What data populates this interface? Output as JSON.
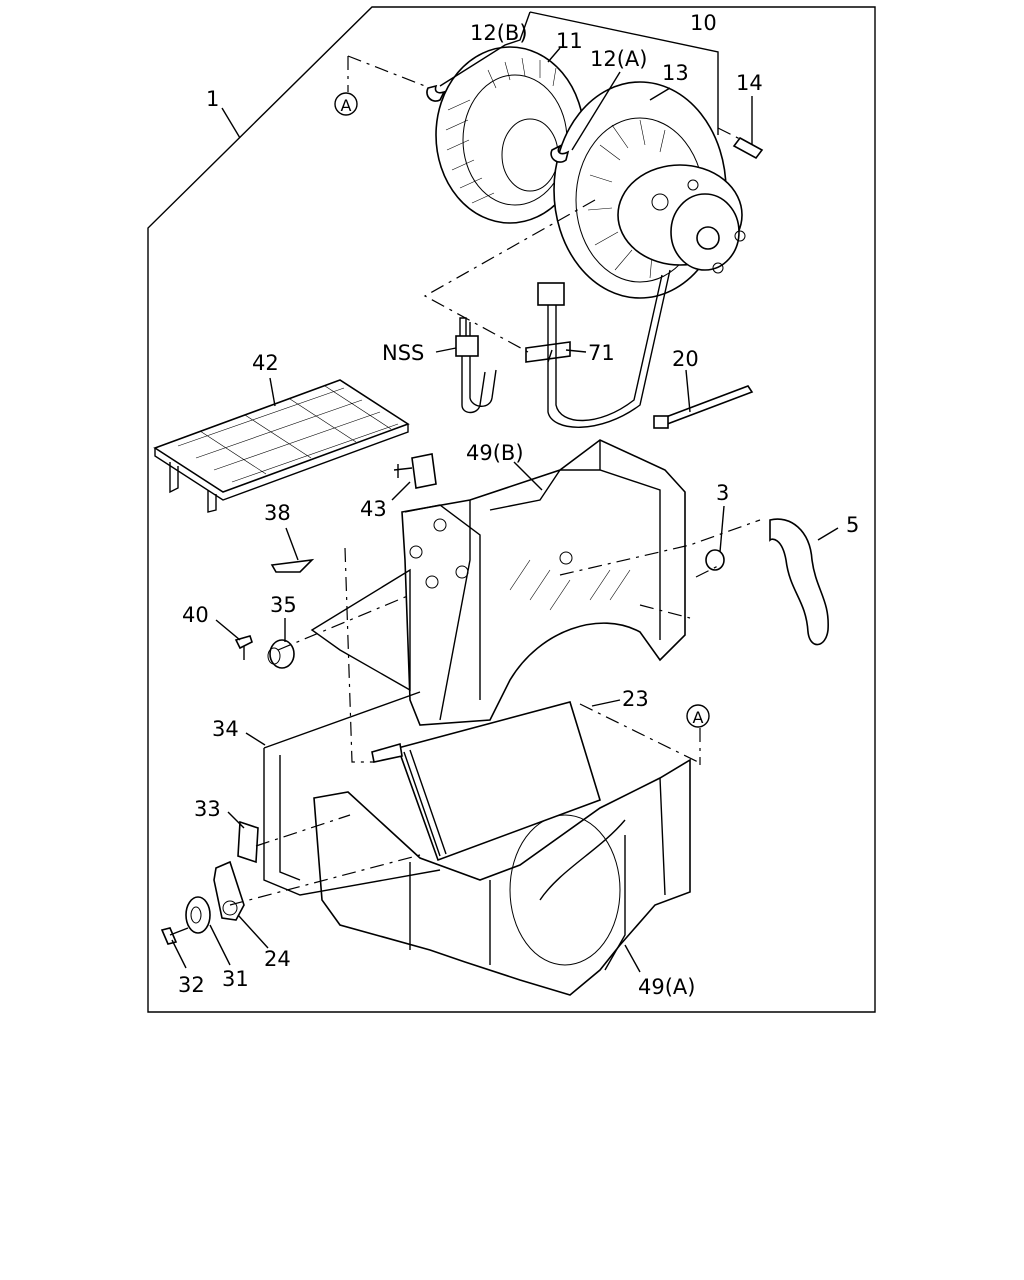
{
  "callouts": {
    "c1": "1",
    "c3": "3",
    "c5": "5",
    "c10": "10",
    "c11": "11",
    "c12a": "12(A)",
    "c12b": "12(B)",
    "c13": "13",
    "c14": "14",
    "c20": "20",
    "c23": "23",
    "c24": "24",
    "c31": "31",
    "c32": "32",
    "c33": "33",
    "c34": "34",
    "c35": "35",
    "c38": "38",
    "c40": "40",
    "c42": "42",
    "c43": "43",
    "c49a": "49(A)",
    "c49b": "49(B)",
    "c71": "71",
    "nss": "NSS"
  },
  "markers": {
    "a_top": "A",
    "a_right": "A"
  }
}
